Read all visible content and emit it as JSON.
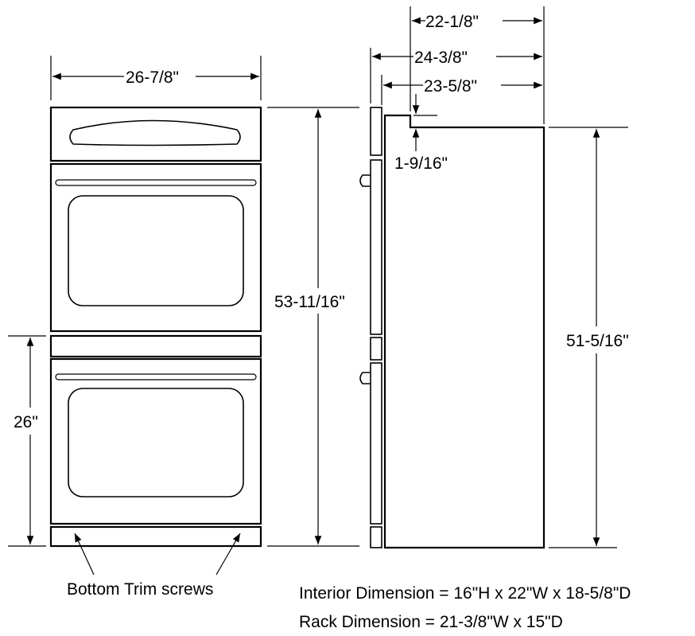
{
  "dimensions": {
    "overall_width": "26-7/8\"",
    "overall_height": "53-11/16\"",
    "lower_oven_height": "26\"",
    "depth_top": "22-1/8\"",
    "depth_overall": "24-3/8\"",
    "depth_mid": "23-5/8\"",
    "trim_offset": "1-9/16\"",
    "cutout_height": "51-5/16\""
  },
  "labels": {
    "bottom_trim_screws": "Bottom Trim screws"
  },
  "notes": {
    "interior": "Interior Dimension = 16\"H x 22\"W x 18-5/8\"D",
    "rack": "Rack Dimension = 21-3/8\"W x 15\"D"
  }
}
